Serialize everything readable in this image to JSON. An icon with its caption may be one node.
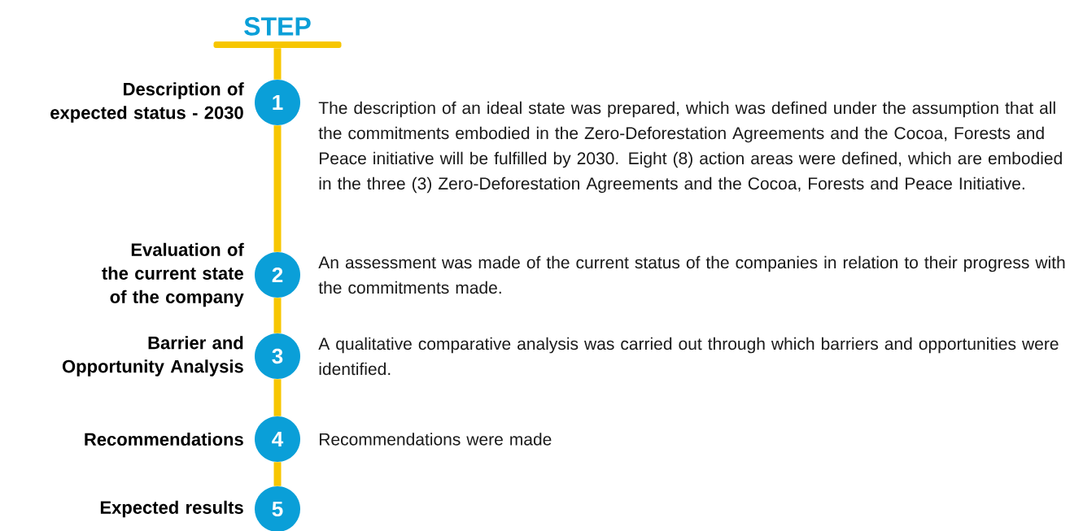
{
  "diagram": {
    "nodes": [
      {
        "text": [
          "STEP"
        ]
      },
      {
        "text": [
          "1"
        ],
        "beside": [
          "Description of expected status - 2030",
          "The description of an ideal state was prepared, which was defined under the assumption that all the commitments embodied in the Zero-Deforestation Agreements and the Cocoa, Forests and Peace initiative will be fulfilled by 2030. Eight (8) action areas were defined, which are embodied in the three (3) Zero-Deforestation Agreements and the Cocoa, Forests and Peace Initiative."
        ]
      },
      {
        "text": [
          "2"
        ],
        "beside": [
          "Evaluation of the current state of the company",
          "An assessment was made of the current status of the companies in relation to their progress with the commitments made."
        ]
      },
      {
        "text": [
          "3"
        ],
        "beside": [
          "Barrier and Opportunity Analysis",
          "A qualitative comparative analysis was carried out through which barriers and opportunities were identified."
        ]
      },
      {
        "text": [
          "4"
        ],
        "beside": [
          "Recommendations",
          "Recommendations were made"
        ]
      },
      {
        "text": [
          "5"
        ],
        "beside": [
          "Expected results"
        ]
      }
    ],
    "edges": [
      {
        "from": 0,
        "to": 1,
        "arrow": "none"
      },
      {
        "from": 1,
        "to": 2,
        "arrow": "none"
      },
      {
        "from": 2,
        "to": 3,
        "arrow": "none"
      },
      {
        "from": 3,
        "to": 4,
        "arrow": "none"
      },
      {
        "from": 4,
        "to": 5,
        "arrow": "none"
      }
    ]
  }
}
